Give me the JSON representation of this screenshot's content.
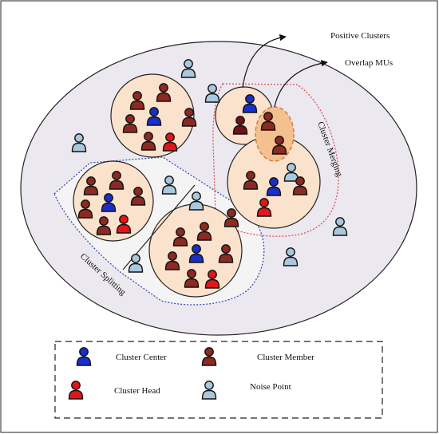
{
  "labels": {
    "positive_clusters": "Positive Clusters",
    "overlap_mus": "Overlap MUs",
    "cluster_merging": "Cluster Merging",
    "cluster_splitting": "Cluster Splitting"
  },
  "legend": {
    "items": [
      {
        "key": "center",
        "label": "Cluster Center"
      },
      {
        "key": "member",
        "label": "Cluster Member"
      },
      {
        "key": "head",
        "label": "Cluster Head"
      },
      {
        "key": "noise",
        "label": "Noise Point"
      }
    ]
  },
  "colors": {
    "center": "#1a2fc9",
    "member": "#8b2a22",
    "member_dark": "#6e1318",
    "head": "#e0161b",
    "noise": "#a9c8de",
    "outer_fill": "#ebe8ef",
    "cluster_fill": "#fbe2cc",
    "overlap_fill": "#f4c08e",
    "splitting_fill": "#f4f4f4",
    "merging_outline": "#e0474c",
    "splitting_outline": "#3340b5"
  },
  "icons": [
    "person-icon"
  ]
}
